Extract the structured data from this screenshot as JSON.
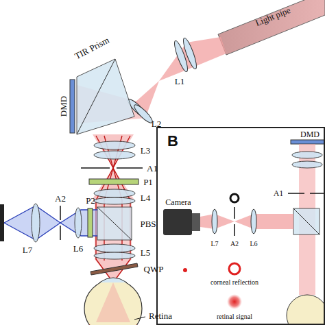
{
  "diagram": {
    "nodes": [
      {
        "text": [
          "B"
        ]
      }
    ],
    "labels": [
      "Light pipe",
      "L1",
      "TIR Prism",
      "DMD",
      "L2",
      "L3",
      "A1",
      "P1",
      "L4",
      "PBS",
      "L5",
      "QWP",
      "Retina",
      "L7",
      "A2",
      "P2",
      "L6",
      "DMD",
      "A1",
      "Camera",
      "L7",
      "A2",
      "L6",
      "corneal reflection",
      "retinal signal"
    ]
  }
}
